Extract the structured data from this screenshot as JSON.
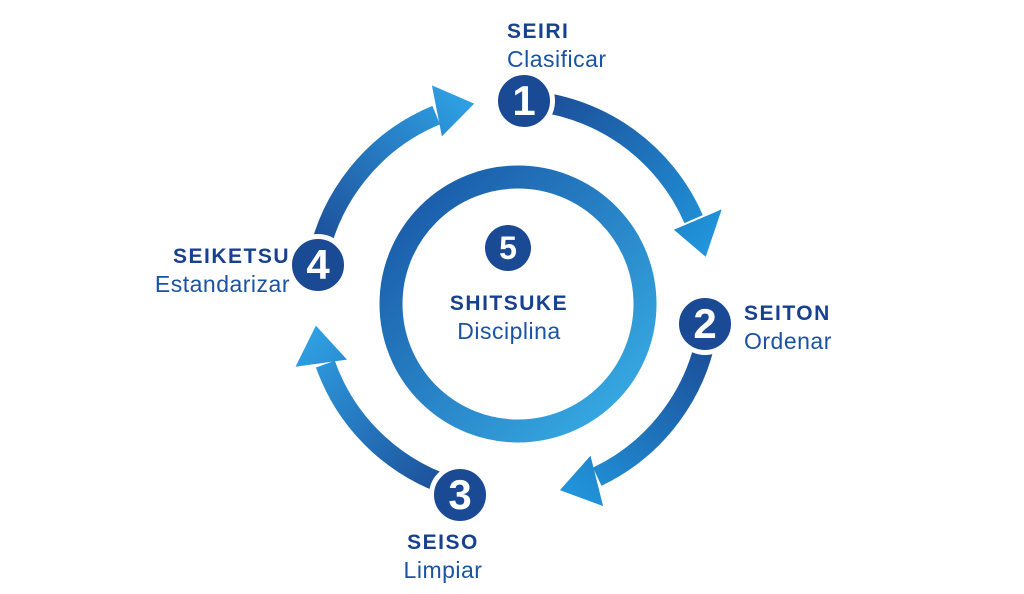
{
  "diagram": {
    "steps": [
      {
        "number": "1",
        "name": "SEIRI",
        "translation": "Clasificar"
      },
      {
        "number": "2",
        "name": "SEITON",
        "translation": "Ordenar"
      },
      {
        "number": "3",
        "name": "SEISO",
        "translation": "Limpiar"
      },
      {
        "number": "4",
        "name": "SEIKETSU",
        "translation": "Estandarizar"
      },
      {
        "number": "5",
        "name": "SHITSUKE",
        "translation": "Disciplina"
      }
    ],
    "colors": {
      "navy": "#1B4A94",
      "arc_dark": "#1B4A94",
      "arc_light": "#2196DC",
      "ring_dark": "#1A5CA9",
      "ring_light": "#36A9E2",
      "label_bold": "#17418F",
      "label_regular": "#1A52A4",
      "number_text": "#FFFFFF",
      "background": "#FFFFFF"
    }
  }
}
